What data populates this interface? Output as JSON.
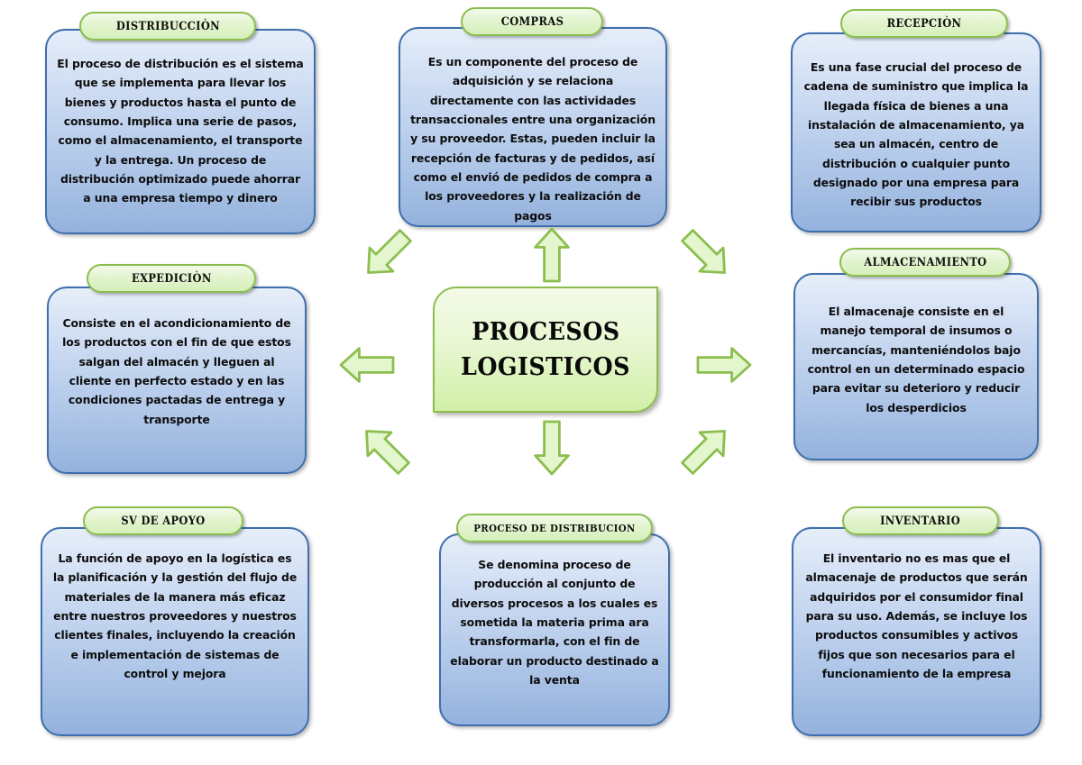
{
  "diagram": {
    "center": {
      "line1": "PROCESOS",
      "line2": "LOGISTICOS",
      "fill_color": "#e8f7d2",
      "border_color": "#8cbe4f"
    },
    "theme": {
      "card_border": "#3f6fad",
      "card_fill_top": "#e6eef9",
      "card_fill_bottom": "#94b2dd",
      "pill_border": "#8cbe4f",
      "pill_fill": "#e3f4cf",
      "arrow_fill": "#e4f6cd",
      "arrow_border": "#8cbe4f",
      "background": "#ffffff"
    },
    "nodes": [
      {
        "id": "distribucion",
        "title": "DISTRIBUCCIÒN",
        "body": "El proceso de distribución es el sistema que se implementa para llevar los bienes y productos hasta el punto de consumo. Implica una serie de pasos, como el almacenamiento, el transporte y la entrega. Un proceso de distribución optimizado puede ahorrar a una empresa tiempo y dinero"
      },
      {
        "id": "compras",
        "title": "COMPRAS",
        "body": "Es un componente del proceso de adquisición y se relaciona directamente con las actividades transaccionales entre una organización y su proveedor. Estas, pueden incluir la recepción de facturas y de pedidos, así como el envió de pedidos de compra a los proveedores y la realización de pagos"
      },
      {
        "id": "recepcion",
        "title": "RECEPCIÒN",
        "body": "Es una fase crucial del proceso de cadena de suministro que implica la llegada física de bienes a una instalación de almacenamiento, ya sea un almacén, centro de distribución o cualquier punto designado por una empresa para recibir sus productos"
      },
      {
        "id": "expedicion",
        "title": "EXPEDICIÒN",
        "body": "Consiste en el acondicionamiento de los productos con el fin de que estos salgan del almacén y lleguen al cliente en perfecto estado y en las condiciones pactadas de entrega y transporte"
      },
      {
        "id": "almacenamiento",
        "title": "ALMACENAMIENTO",
        "body": "El almacenaje consiste en el manejo temporal de insumos o mercancías, manteniéndolos bajo control en un determinado espacio para evitar su deterioro y reducir los desperdicios"
      },
      {
        "id": "sv-de-apoyo",
        "title": "SV DE APOYO",
        "body": "La función de apoyo en la logística es la planificación y la gestión del flujo de materiales de la manera más eficaz entre nuestros proveedores y nuestros clientes finales, incluyendo la creación e implementación de sistemas de control y mejora"
      },
      {
        "id": "proceso-de-distribucion",
        "title": "PROCESO DE DISTRIBUCION",
        "body": "Se denomina proceso de producción al conjunto de diversos procesos a los cuales es sometida la materia prima ara transformarla, con el fin de elaborar un producto destinado a la venta"
      },
      {
        "id": "inventario",
        "title": "INVENTARIO",
        "body": "El inventario no es mas que el almacenaje de productos que serán adquiridos por el consumidor final para su uso. Además, se incluye los productos consumibles y activos fijos que son necesarios para el funcionamiento de la empresa"
      }
    ],
    "arrows": [
      {
        "id": "arrow-up",
        "direction": "up",
        "points_to": "compras"
      },
      {
        "id": "arrow-up-left",
        "direction": "up-left",
        "points_to": "distribucion"
      },
      {
        "id": "arrow-up-right",
        "direction": "up-right",
        "points_to": "recepcion"
      },
      {
        "id": "arrow-left",
        "direction": "left",
        "points_to": "expedicion"
      },
      {
        "id": "arrow-right",
        "direction": "right",
        "points_to": "almacenamiento"
      },
      {
        "id": "arrow-down-left",
        "direction": "down-left",
        "points_to": "sv-de-apoyo"
      },
      {
        "id": "arrow-down",
        "direction": "down",
        "points_to": "proceso-de-distribucion"
      },
      {
        "id": "arrow-down-right",
        "direction": "down-right",
        "points_to": "inventario"
      }
    ]
  }
}
